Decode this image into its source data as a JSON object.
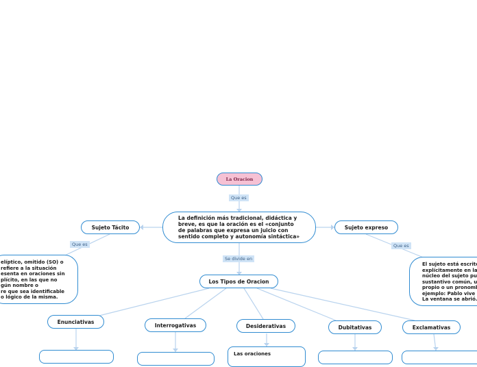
{
  "diagram": {
    "root": "La Oracion",
    "link_que_es": "Que es",
    "definition": "La definición más tradicional, didáctica y breve, es que la oración es el «conjunto de palabras que expresa un juicio con sentido completo y autonomía sintáctica»",
    "link_se_divide": "Se divide en",
    "types_hub": "Los Tipos de Oracion",
    "sujeto_tacito": "Sujeto Tácito",
    "sujeto_tacito_link": "Que es",
    "sujeto_tacito_desc": "elíptico, omitido (SO) o\nrefiere a la situación\nesenta en oraciones sin\nplícito, en las que no\ngún nombre o\nre que sea identificable\no lógico de la misma.",
    "sujeto_expreso": "Sujeto expreso",
    "sujeto_expreso_link": "Que es",
    "sujeto_expreso_desc": "El sujeto está escrito\nexplícitamente en la\nnúcleo del sujeto pu\nsustantivo común, u\npropio o un pronomb\nejemplo: Pablo vive\nLa ventana se abrió.",
    "types": [
      "Enunciativas",
      "Interrogativas",
      "Desiderativas",
      "Dubitativas",
      "Exclamativas"
    ],
    "desiderativas_child": "Las oraciones"
  },
  "colors": {
    "border": "#2f8bd1",
    "line": "#b9d3ee",
    "root_fill": "#f6c1d4",
    "label_fill": "#cfe3f6"
  }
}
